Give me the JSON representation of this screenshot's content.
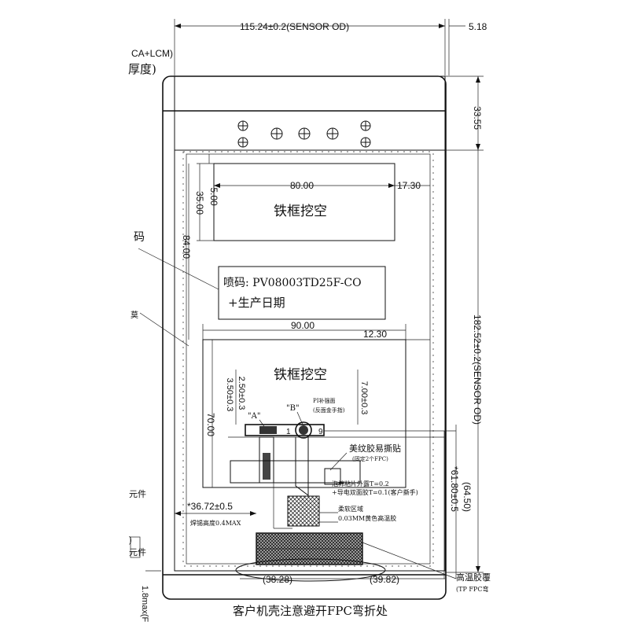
{
  "labels": {
    "sensor_width": "115.24±0.2(SENSOR OD)",
    "right_offset": "5.18",
    "top_height": "33.55",
    "sensor_height": "182.52±0.2(SENSOR OD)",
    "ca_lcm": "CA+LCM)",
    "thickness": "厚度)",
    "code_partial": "码",
    "frame_cutout_1": "铁框挖空",
    "frame_cutout_2": "铁框挖空",
    "dim_80": "80.00",
    "dim_17_30": "17.30",
    "dim_5": "5.00",
    "dim_35": "35.00",
    "dim_84": "84.00",
    "spray_code": "喷码:  PV08003TD25F-CO",
    "production_date": "+生产日期",
    "dim_90": "90.00",
    "dim_12_30": "12.30",
    "dim_2_50": "2.50±0.3",
    "dim_3_50": "3.50±0.3",
    "dim_7_00": "7.00±0.3",
    "dim_70": "70.00",
    "marker_a": "\"A\"",
    "marker_b": "\"B\"",
    "pi_note_1": "PI补强面",
    "pi_note_2": "(反面金手指)",
    "num_1": "1",
    "num_9": "9",
    "tape_1": "美纹胶易撕贴",
    "tape_2": "(固定2个FPC)",
    "foam_1": "泡棉粘片外露T=0.2",
    "foam_2": "+导电双面胶T=0.1(客户撕手)",
    "flex_area": "柔软区域",
    "tape_yellow": "0.03MM黄色高温胶",
    "dim_64_50": "(64.50)",
    "dim_61_80": "*61.80±0.5",
    "dim_36_72": "*36.72±0.5",
    "solder_height": "焊锡高度0.4MAX",
    "component_1": "元件",
    "component_2": "元件",
    "paren_close": ")",
    "partial_left": "莫",
    "hi_temp_cover": "高温胶覆",
    "tp_fpc": "(TP FPC弯",
    "dim_38_28": "(38.28)",
    "dim_39_82": "(39.82)",
    "dim_1_8": "1.8max(F",
    "bottom_note": "客户机壳注意避开FPC弯折处"
  }
}
